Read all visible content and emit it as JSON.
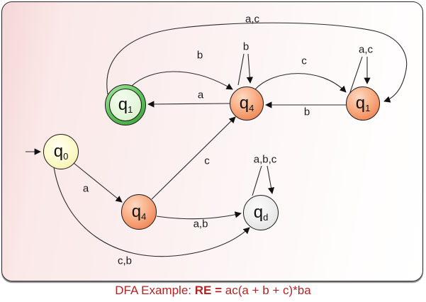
{
  "diagram_type": "DFA state diagram",
  "caption": {
    "title": "DFA Example:",
    "re_label": "RE =",
    "re_value": "ac(a + b + c)*ba"
  },
  "states": [
    {
      "name": "q1-accepting",
      "base": "q",
      "sub": "1",
      "kind": "accepting",
      "color": "green"
    },
    {
      "name": "q4-top",
      "base": "q",
      "sub": "4",
      "kind": "normal",
      "color": "orange"
    },
    {
      "name": "q1-right",
      "base": "q",
      "sub": "1",
      "kind": "normal",
      "color": "orange"
    },
    {
      "name": "q0-start",
      "base": "q",
      "sub": "0",
      "kind": "start",
      "color": "yellow"
    },
    {
      "name": "q4-lower",
      "base": "q",
      "sub": "4",
      "kind": "normal",
      "color": "orange"
    },
    {
      "name": "qd-dead",
      "base": "q",
      "sub": "d",
      "kind": "dead",
      "color": "gray"
    }
  ],
  "start_arrow": {
    "to": "q0"
  },
  "edges": [
    {
      "name": "edge-green-q1-to-right-q1",
      "from": "q1 (accepting)",
      "to": "q1 (right)",
      "label": "a,c"
    },
    {
      "name": "edge-green-q1-to-q4-top",
      "from": "q1 (accepting)",
      "to": "q4 (top)",
      "label": "b"
    },
    {
      "name": "edge-q4-top-to-green-q1",
      "from": "q4 (top)",
      "to": "q1 (accepting)",
      "label": "a"
    },
    {
      "name": "self-loop-q4-top",
      "from": "q4 (top)",
      "to": "q4 (top)",
      "label": "b"
    },
    {
      "name": "edge-q4-top-to-right-q1",
      "from": "q4 (top)",
      "to": "q1 (right)",
      "label": "c"
    },
    {
      "name": "self-loop-right-q1",
      "from": "q1 (right)",
      "to": "q1 (right)",
      "label": "a,c"
    },
    {
      "name": "edge-right-q1-to-q4-top",
      "from": "q1 (right)",
      "to": "q4 (top)",
      "label": "b"
    },
    {
      "name": "edge-q0-to-q4-lower",
      "from": "q0",
      "to": "q4 (lower)",
      "label": "a"
    },
    {
      "name": "edge-q4-lower-to-q4-top",
      "from": "q4 (lower)",
      "to": "q4 (top)",
      "label": "c"
    },
    {
      "name": "edge-q4-lower-to-qd",
      "from": "q4 (lower)",
      "to": "qd",
      "label": "a,b"
    },
    {
      "name": "self-loop-qd",
      "from": "qd",
      "to": "qd",
      "label": "a,b,c"
    },
    {
      "name": "edge-q0-to-qd",
      "from": "q0",
      "to": "qd",
      "label": "c,b"
    }
  ],
  "colors": {
    "caption_text": "#b22222",
    "state_orange": "#f08758",
    "state_yellow": "#fcf9c8",
    "state_gray": "#e4e4e4",
    "accept_ring_green": "#4db84d",
    "frame_pink": "#f5d7d7",
    "edge_stroke": "#2a2a2a"
  }
}
